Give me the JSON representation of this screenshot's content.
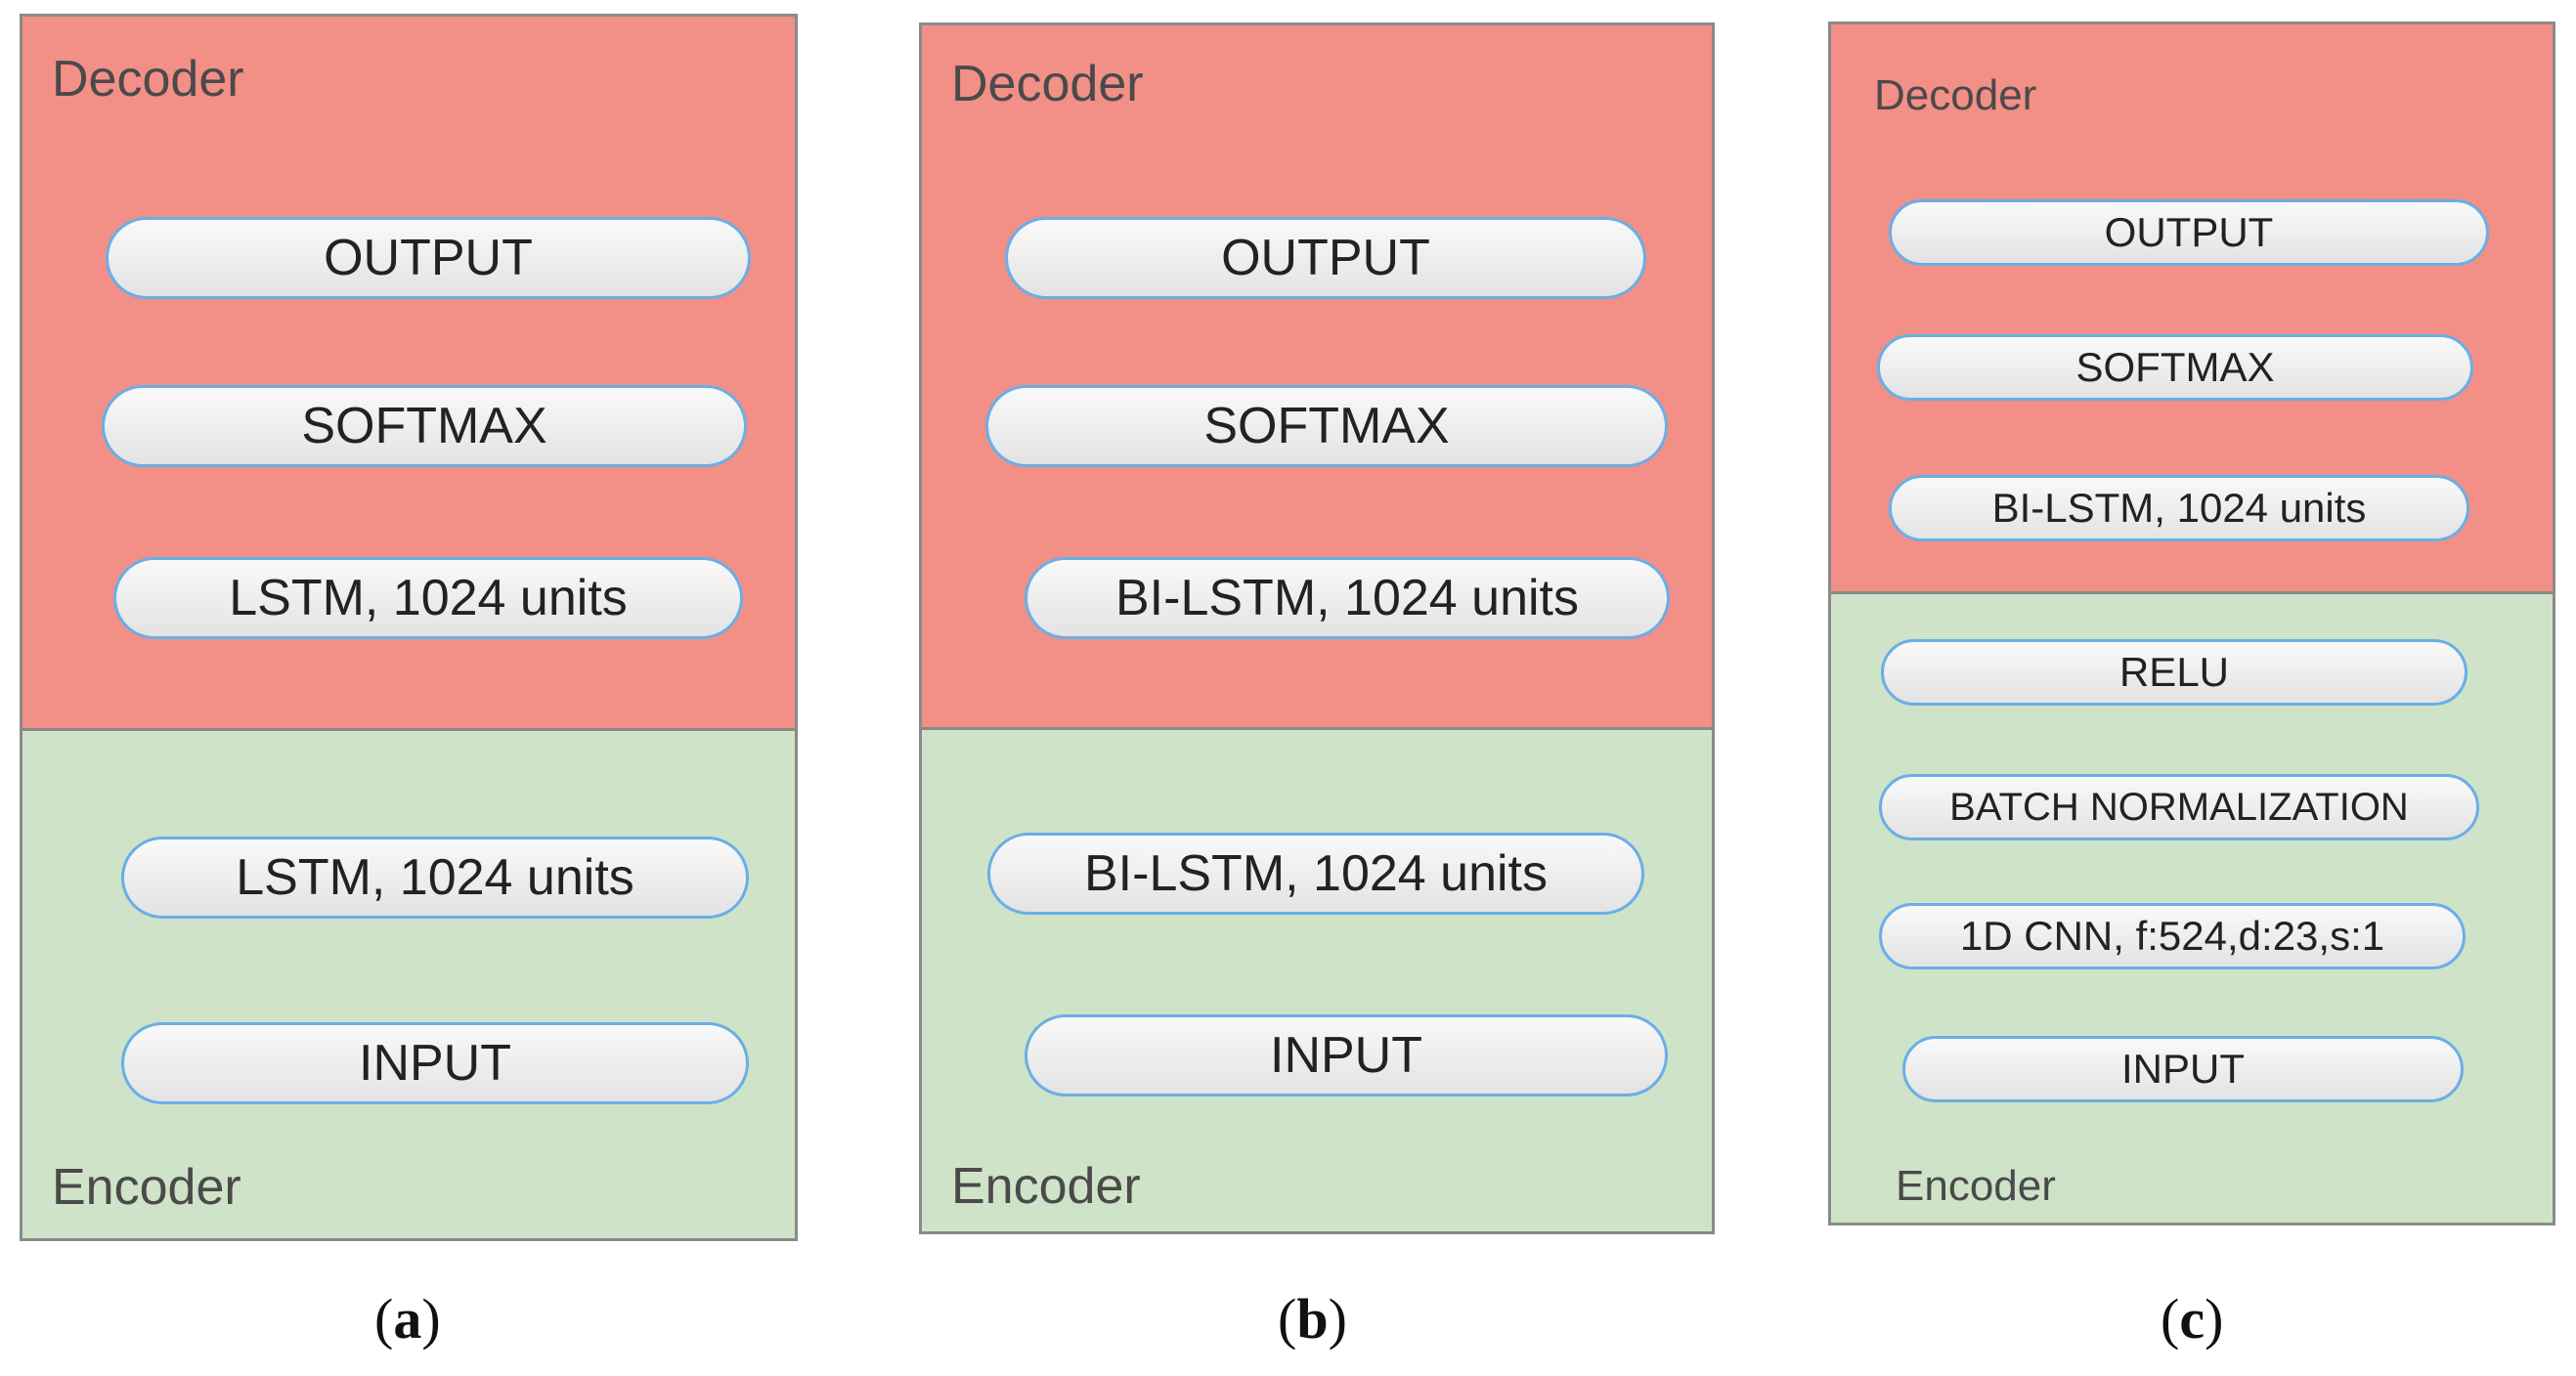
{
  "panels": {
    "a": {
      "decoder_label": "Decoder",
      "encoder_label": "Encoder",
      "caption": "a",
      "nodes": {
        "output": "OUTPUT",
        "softmax": "SOFTMAX",
        "lstm_dec": "LSTM, 1024 units",
        "lstm_enc": "LSTM, 1024 units",
        "input": "INPUT"
      }
    },
    "b": {
      "decoder_label": "Decoder",
      "encoder_label": "Encoder",
      "caption": "b",
      "nodes": {
        "output": "OUTPUT",
        "softmax": "SOFTMAX",
        "bilstm_dec": "BI-LSTM, 1024 units",
        "bilstm_enc": "BI-LSTM, 1024 units",
        "input": "INPUT"
      }
    },
    "c": {
      "decoder_label": "Decoder",
      "encoder_label": "Encoder",
      "caption": "c",
      "nodes": {
        "output": "OUTPUT",
        "softmax": "SOFTMAX",
        "bilstm": "BI-LSTM, 1024 units",
        "relu": "RELU",
        "batchnorm": "BATCH NORMALIZATION",
        "cnn": "1D CNN, f:524,d:23,s:1",
        "input": "INPUT"
      }
    }
  },
  "colors": {
    "decoder": "#f28f87",
    "encoder": "#cfe3c8",
    "arrow": "#93cdeb",
    "node_border": "#6aaee6"
  }
}
